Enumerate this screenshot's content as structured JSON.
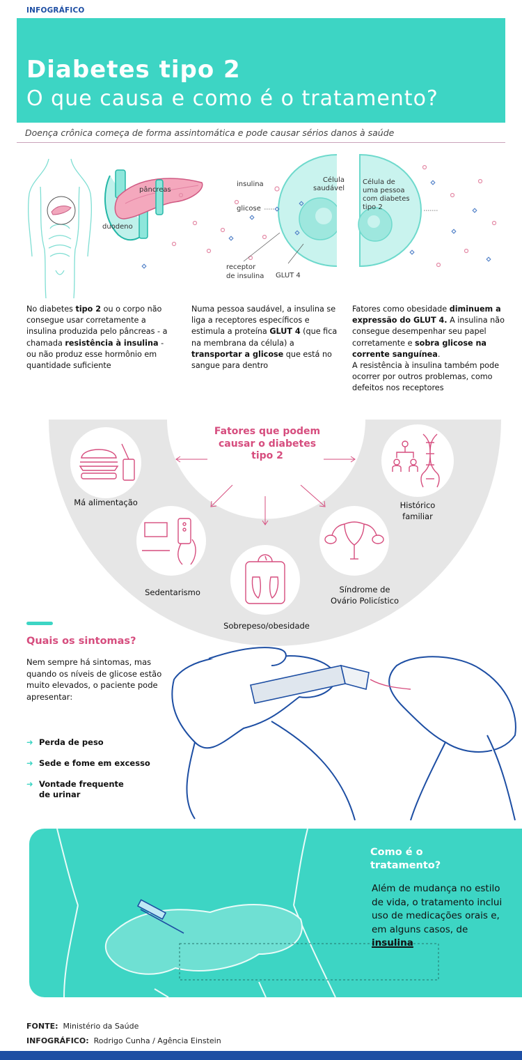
{
  "header": {
    "tag": "INFOGRÁFICO",
    "title_line1": "Diabetes tipo 2",
    "title_line2": "O que causa e como é o tratamento?",
    "subtitle": "Doença crônica começa de forma assintomática e pode causar sérios danos à saúde"
  },
  "illustration_labels": {
    "pancreas": "pâncreas",
    "duodeno": "duodeno",
    "insulina": "insulina",
    "glicose": "glicose",
    "receptor_line1": "receptor",
    "receptor_line2": "de insulina",
    "glut4": "GLUT 4",
    "healthy_cell_line1": "Célula",
    "healthy_cell_line2": "saudável",
    "diabetic_cell": [
      "Célula de",
      "uma pessoa",
      "com diabetes",
      "tipo 2"
    ]
  },
  "columns": {
    "col1": {
      "p1": "No diabetes ",
      "b1": "tipo 2",
      "p2": "ou o corpo não consegue usar corretamente a insulina produzida pelo pâncreas - a chamada ",
      "b2": "resistência à insulina",
      "p3": "- ou não produz esse hormônio em quantidade suficiente"
    },
    "col2": {
      "p1": "Numa pessoa saudável, a insulina se liga a receptores específicos e estimula a proteína ",
      "b1": "GLUT 4",
      "p2": " (que fica na membrana da célula) a ",
      "b2": "transportar a glicose",
      "p3": " que está no sangue para dentro"
    },
    "col3": {
      "p1": "Fatores como obesidade ",
      "b1": "diminuem a expressão do GLUT 4.",
      "p2": " A insulina não consegue desempenhar seu papel corretamente e ",
      "b2": "sobra glicose na corrente sanguínea",
      "p3": ".",
      "p4": "A resistência à insulina também pode ocorrer por outros problemas, como defeitos nos receptores"
    }
  },
  "factors": {
    "title_line1": "Fatores que podem",
    "title_line2": "causar o diabetes",
    "title_line3": "tipo 2",
    "ma_alimentacao": "Má alimentação",
    "sedentarismo": "Sedentarismo",
    "sobrepeso": "Sobrepeso/obesidade",
    "sindrome_line1": "Síndrome de",
    "sindrome_line2": "Ovário Policístico",
    "historico_line1": "Histórico",
    "historico_line2": "familiar"
  },
  "symptoms": {
    "title": "Quais os sintomas?",
    "text": "Nem sempre há sintomas, mas quando os níveis de glicose estão muito elevados, o paciente pode apresentar:",
    "items": [
      "Perda de peso",
      "Sede e fome em excesso",
      "Vontade frequente",
      "de urinar"
    ]
  },
  "treatment": {
    "title_line1": "Como é o",
    "title_line2": "tratamento?",
    "text": "Além de mudança no estilo de vida, o tratamento inclui uso de medicações orais e, em alguns casos, de ",
    "highlight": "insulina"
  },
  "footer": {
    "fonte_label": "FONTE:",
    "fonte_value": "Ministério da Saúde",
    "credit_label": "INFOGRÁFICO:",
    "credit_value": "Rodrigo Cunha / Agência Einstein"
  },
  "colors": {
    "teal": "#3dd5c4",
    "pink": "#d64d7e",
    "blue": "#1d4ea3",
    "gray": "#e6e6e6"
  }
}
